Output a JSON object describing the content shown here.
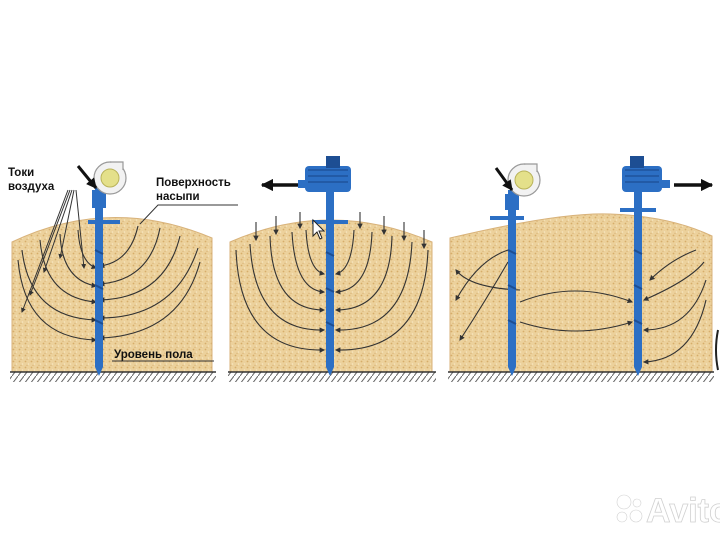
{
  "labels": {
    "air_currents_line1": "Токи",
    "air_currents_line2": "воздуха",
    "surface_line1": "Поверхность",
    "surface_line2": "насыпи",
    "floor_level": "Уровень пола"
  },
  "watermark": {
    "text": "Avito",
    "icon": "avito-logo-icon"
  },
  "colors": {
    "grain": "#e8c98e",
    "grain_dark": "#c89b58",
    "probe": "#2c6fc4",
    "probe_dark": "#1d4e93",
    "fan_white": "#f2f2f2",
    "fan_yellow": "#e4e08a",
    "arrow": "#333333",
    "floor": "#555555"
  },
  "icons": [
    "fan-housing-icon",
    "blow-arrow-icon",
    "suck-arrow-icon",
    "cursor-icon"
  ]
}
